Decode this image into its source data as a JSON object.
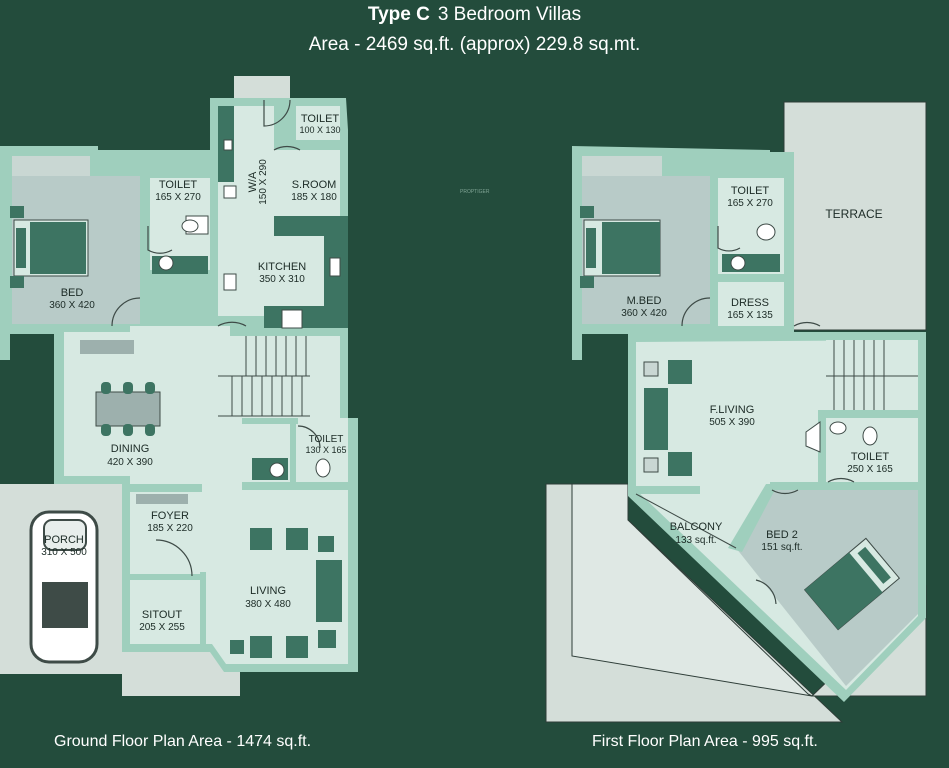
{
  "header": {
    "type_label": "Type C",
    "villa_label": "3 Bedroom Villas",
    "area_label": "Area - 2469 sq.ft. (approx) 229.8 sq.mt."
  },
  "colors": {
    "background": "#234c3c",
    "wall": "#9fcfbd",
    "floor": "#d7e9e2",
    "bed_room": "#b8cbc8",
    "site": "#d4ded9",
    "counter": "#3d7462"
  },
  "ground_floor": {
    "caption": "Ground Floor Plan  Area - 1474 sq.ft.",
    "rooms": {
      "toilet1": {
        "name": "TOILET",
        "size": "100 X 130"
      },
      "toilet2": {
        "name": "TOILET",
        "size": "165 X 270"
      },
      "wa": {
        "name": "W/A",
        "size": "150 X 290"
      },
      "sroom": {
        "name": "S.ROOM",
        "size": "185 X 180"
      },
      "bed": {
        "name": "BED",
        "size": "360 X 420"
      },
      "kitchen": {
        "name": "KITCHEN",
        "size": "350 X 310"
      },
      "toilet3": {
        "name": "TOILET",
        "size": "130 X 165"
      },
      "dining": {
        "name": "DINING",
        "size": "420 X 390"
      },
      "foyer": {
        "name": "FOYER",
        "size": "185 X 220"
      },
      "porch": {
        "name": "PORCH",
        "size": "310 X 500"
      },
      "living": {
        "name": "LIVING",
        "size": "380 X 480"
      },
      "sitout": {
        "name": "SITOUT",
        "size": "205 X 255"
      }
    }
  },
  "first_floor": {
    "caption": "First Floor Plan  Area - 995 sq.ft.",
    "rooms": {
      "terrace": {
        "name": "TERRACE"
      },
      "toilet1": {
        "name": "TOILET",
        "size": "165 X 270"
      },
      "mbed": {
        "name": "M.BED",
        "size": "360 X 420"
      },
      "dress": {
        "name": "DRESS",
        "size": "165 X 135"
      },
      "fliving": {
        "name": "F.LIVING",
        "size": "505 X 390"
      },
      "toilet2": {
        "name": "TOILET",
        "size": "250 X 165"
      },
      "balcony": {
        "name": "BALCONY",
        "size": "133 sq.ft."
      },
      "bed2": {
        "name": "BED 2",
        "size": "151 sq.ft."
      }
    }
  },
  "watermark": "PROPTIGER"
}
